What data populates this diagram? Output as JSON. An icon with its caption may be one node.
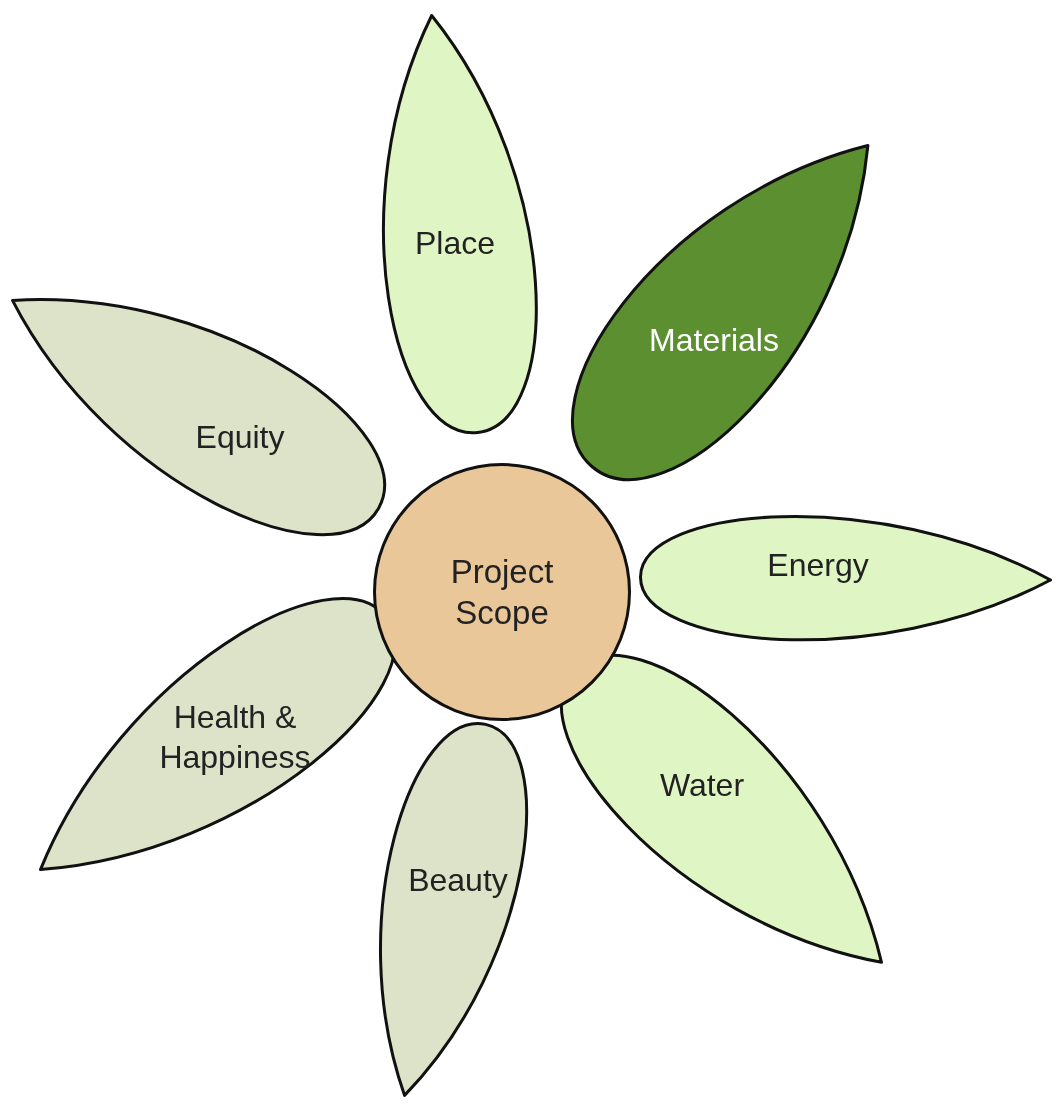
{
  "diagram": {
    "nodes": [
      {
        "text": [
          "Place"
        ]
      },
      {
        "text": [
          "Materials"
        ]
      },
      {
        "text": [
          "Equity"
        ]
      },
      {
        "text": [
          "Project Scope"
        ]
      },
      {
        "text": [
          "Energy"
        ]
      },
      {
        "text": [
          "Health & Happiness"
        ]
      },
      {
        "text": [
          "Water"
        ]
      },
      {
        "text": [
          "Beauty"
        ]
      }
    ]
  }
}
